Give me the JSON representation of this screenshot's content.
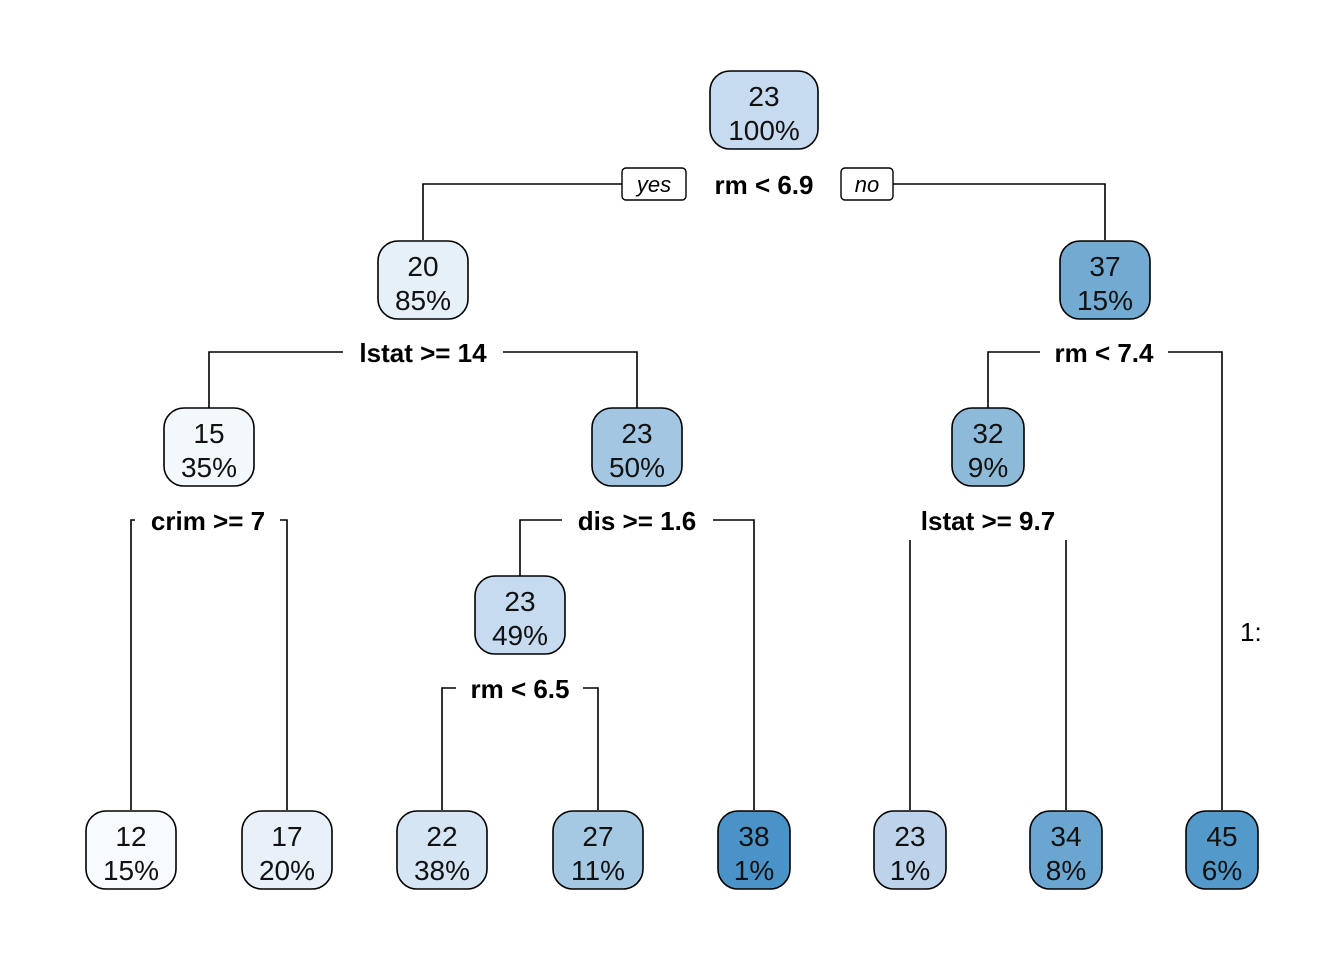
{
  "legend": {
    "yes": "yes",
    "no": "no"
  },
  "nodes": {
    "root": {
      "value": "23",
      "percent": "100%",
      "color": "#c6dbef"
    },
    "left": {
      "value": "20",
      "percent": "85%",
      "color": "#e6f0f9"
    },
    "right": {
      "value": "37",
      "percent": "15%",
      "color": "#72aad2"
    },
    "lstat_hi": {
      "value": "15",
      "percent": "35%",
      "color": "#f3f8fd"
    },
    "lstat_lo": {
      "value": "23",
      "percent": "50%",
      "color": "#a3c7e2"
    },
    "rm_mid": {
      "value": "32",
      "percent": "9%",
      "color": "#8ebad9"
    },
    "dis_hi": {
      "value": "23",
      "percent": "49%",
      "color": "#c6dbef"
    },
    "leaf_1": {
      "value": "12",
      "percent": "15%",
      "color": "#f7fbff"
    },
    "leaf_2": {
      "value": "17",
      "percent": "20%",
      "color": "#e8f1fa"
    },
    "leaf_3": {
      "value": "22",
      "percent": "38%",
      "color": "#d6e5f4"
    },
    "leaf_4": {
      "value": "27",
      "percent": "11%",
      "color": "#a6c9e3"
    },
    "leaf_5": {
      "value": "38",
      "percent": "1%",
      "color": "#4a93c8"
    },
    "leaf_6": {
      "value": "23",
      "percent": "1%",
      "color": "#bdd3eb"
    },
    "leaf_7": {
      "value": "34",
      "percent": "8%",
      "color": "#6ba6d0"
    },
    "leaf_8": {
      "value": "45",
      "percent": "6%",
      "color": "#5399ca"
    }
  },
  "splits": {
    "root": "rm < 6.9",
    "left": "lstat >= 14",
    "right": "rm < 7.4",
    "lstat_hi": "crim >= 7",
    "lstat_lo": "dis >= 1.6",
    "rm_mid": "lstat >= 9.7",
    "dis_hi": "rm < 6.5"
  },
  "clipped_label": "1:"
}
